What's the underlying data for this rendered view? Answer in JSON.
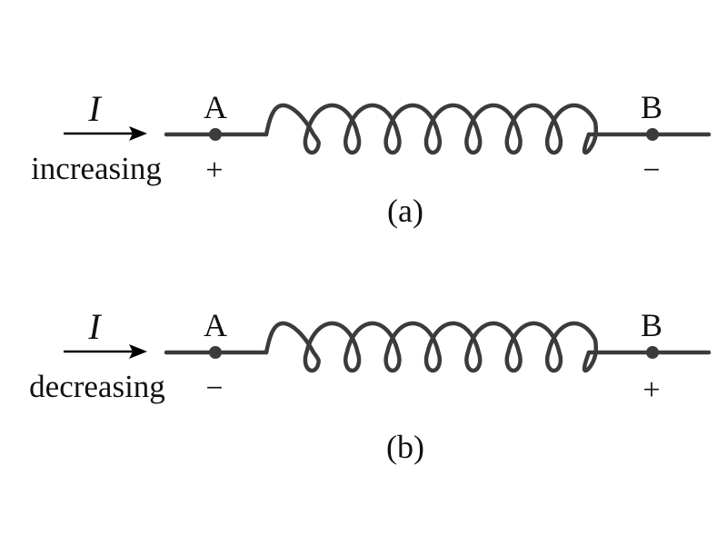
{
  "panels": [
    {
      "id": "a",
      "current_symbol": "I",
      "current_state": "increasing",
      "terminal_a": {
        "label": "A",
        "polarity": "+"
      },
      "terminal_b": {
        "label": "B",
        "polarity": "−"
      },
      "caption": "(a)"
    },
    {
      "id": "b",
      "current_symbol": "I",
      "current_state": "decreasing",
      "terminal_a": {
        "label": "A",
        "polarity": "−"
      },
      "terminal_b": {
        "label": "B",
        "polarity": "+"
      },
      "caption": "(b)"
    }
  ],
  "colors": {
    "wire": "#3b3b3b",
    "arrow": "#000000",
    "text": "#111111"
  }
}
